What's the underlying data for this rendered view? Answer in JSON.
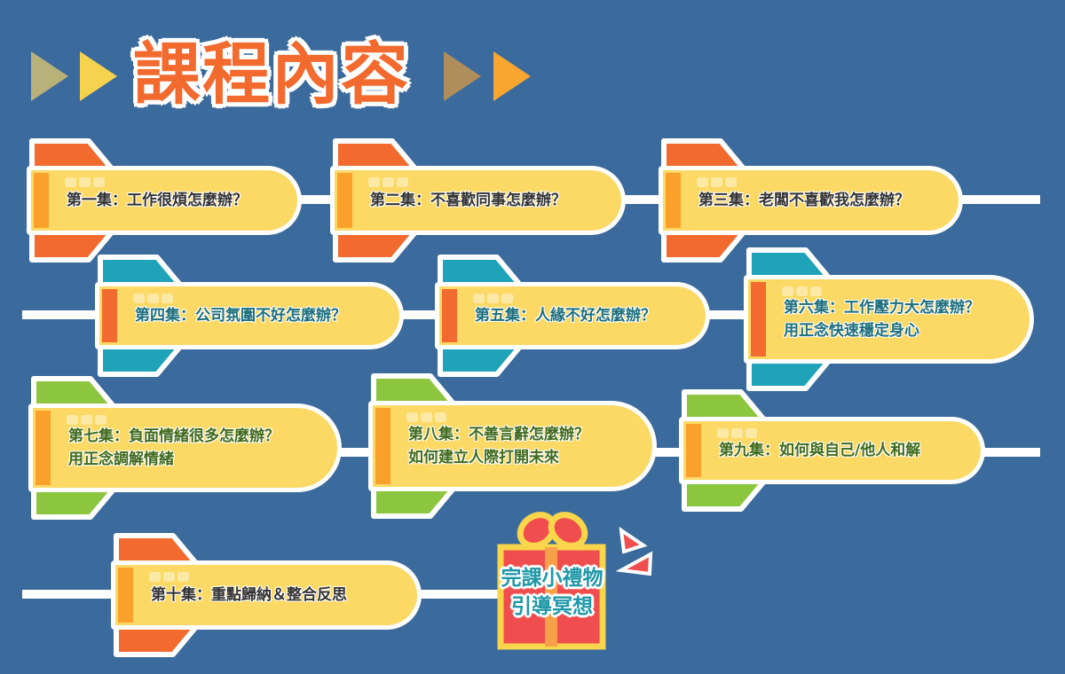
{
  "header": {
    "title": "課程內容"
  },
  "colors": {
    "background": "#3b6b9d",
    "body": "#fcd965",
    "orange": "#f26a2e",
    "teal": "#1fa3b8",
    "green": "#8cc63f"
  },
  "episodes": [
    {
      "lines": [
        "第一集：工作很煩怎麼辦？"
      ]
    },
    {
      "lines": [
        "第二集：不喜歡同事怎麼辦？"
      ]
    },
    {
      "lines": [
        "第三集：老闆不喜歡我怎麼辦？"
      ]
    },
    {
      "lines": [
        "第四集：公司氛圍不好怎麼辦？"
      ]
    },
    {
      "lines": [
        "第五集：人緣不好怎麼辦？"
      ]
    },
    {
      "lines": [
        "第六集：工作壓力大怎麼辦？",
        "用正念快速穩定身心"
      ]
    },
    {
      "lines": [
        "第七集：負面情緒很多怎麼辦？",
        "用正念調解情緒"
      ]
    },
    {
      "lines": [
        "第八集：不善言辭怎麼辦？",
        "如何建立人際打開未來"
      ]
    },
    {
      "lines": [
        "第九集：如何與自己/他人和解"
      ]
    },
    {
      "lines": [
        "第十集：重點歸納＆整合反思"
      ]
    }
  ],
  "gift": {
    "line1": "完課小禮物",
    "line2": "引導冥想",
    "icon": "gift-icon"
  }
}
